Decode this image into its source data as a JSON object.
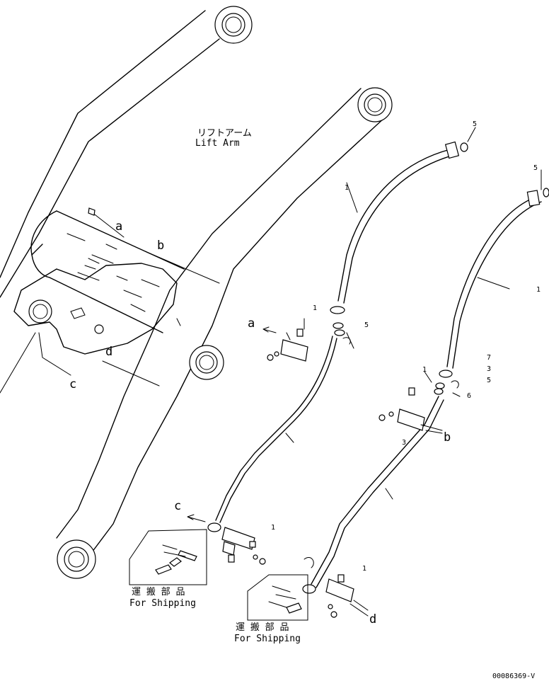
{
  "lift_arm": {
    "jp": "リフトアーム",
    "en": "Lift Arm"
  },
  "callouts": {
    "a": "a",
    "b": "b",
    "c": "c",
    "d": "d"
  },
  "item_numbers": {
    "n1": "1",
    "n3": "3",
    "n5": "5",
    "n6": "6",
    "n7": "7"
  },
  "shipping": {
    "jp": "運 搬 部 品",
    "en": "For Shipping"
  },
  "drawing_number": "00086369-V"
}
